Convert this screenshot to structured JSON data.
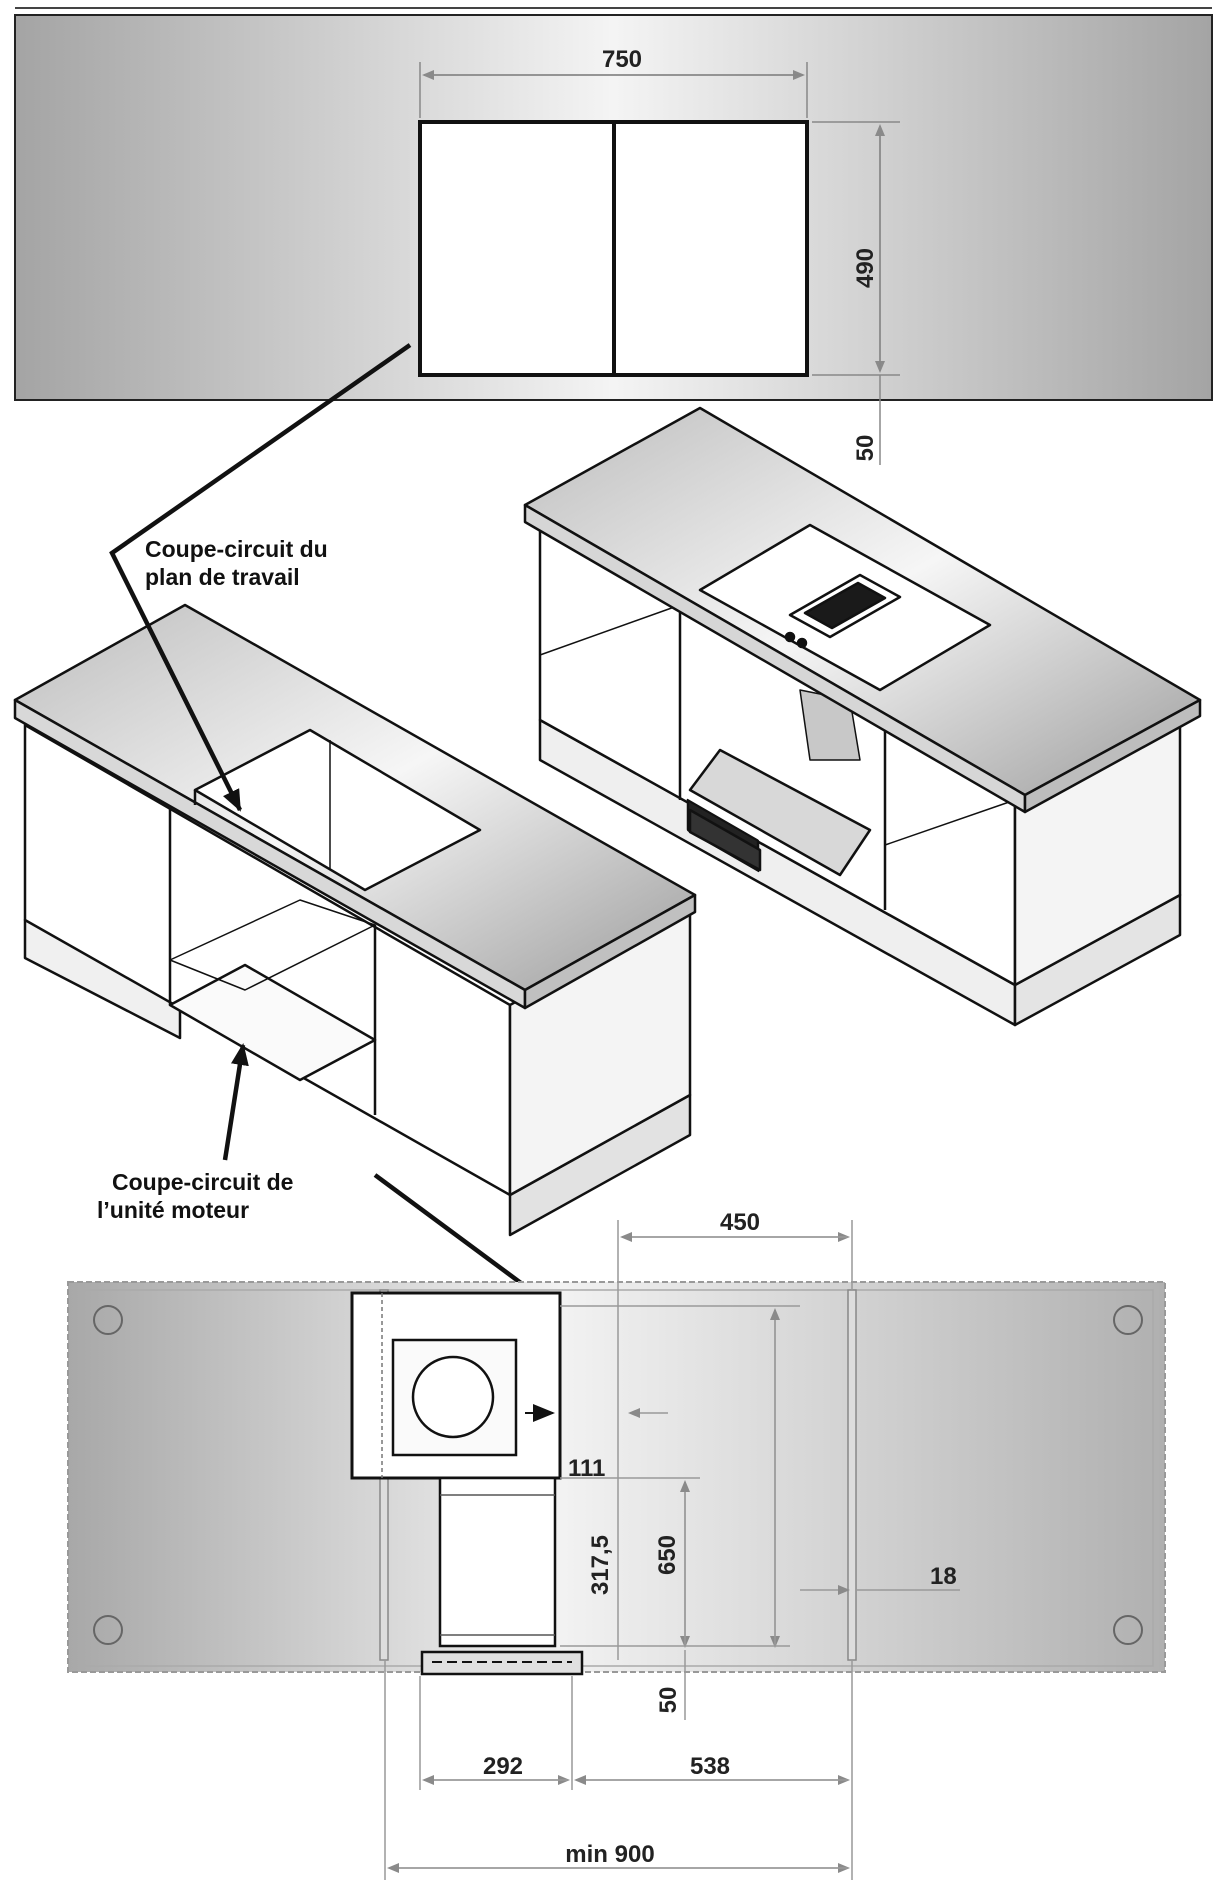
{
  "dimensions": {
    "cutout_width": "750",
    "cutout_depth": "490",
    "cutout_back_offset": "50",
    "motor_width": "450",
    "motor_offset": "111",
    "motor_depth": "317,5",
    "cabinet_depth": "650",
    "side_panel": "18",
    "plinth_offset": "50",
    "left_width": "292",
    "right_width": "538",
    "min_width": "min 900"
  },
  "labels": {
    "worktop_cutout_line1": "Coupe-circuit du",
    "worktop_cutout_line2": "plan de travail",
    "motor_cutout_line1": "Coupe-circuit de",
    "motor_cutout_line2": "l’unité moteur"
  },
  "colors": {
    "panel_light": "#f2f2f2",
    "panel_dark": "#a6a6a6",
    "outline": "#111111",
    "dimension_line": "#888888"
  }
}
